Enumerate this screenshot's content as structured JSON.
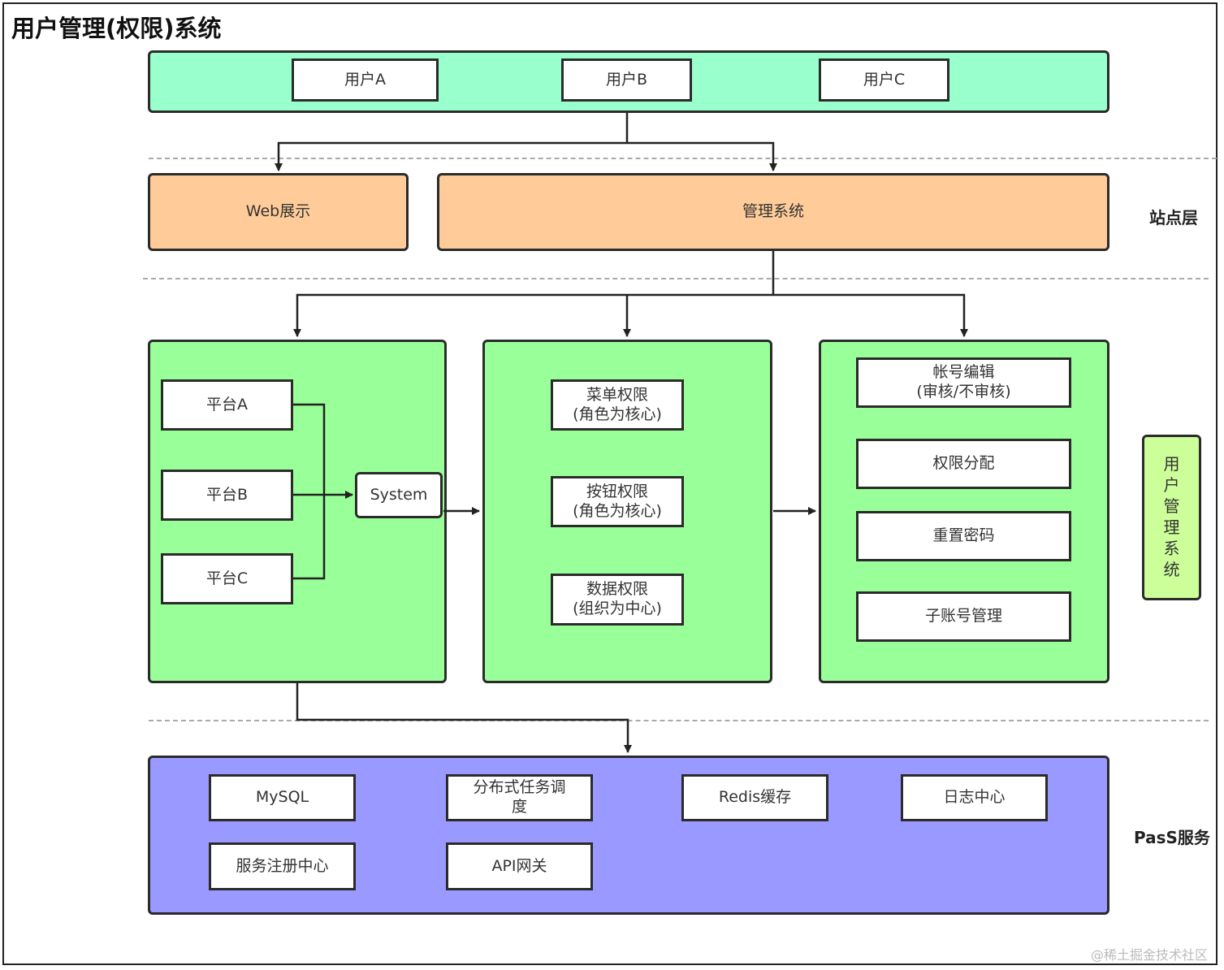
{
  "title": "用户管理(权限)系统",
  "users": [
    "用户A",
    "用户B",
    "用户C"
  ],
  "site": {
    "web": "Web展示",
    "admin": "管理系统",
    "label": "站点层"
  },
  "platforms": [
    "平台A",
    "平台B",
    "平台C"
  ],
  "system": "System",
  "permissions": [
    "菜单权限\n(角色为核心)",
    "按钮权限\n(角色为核心)",
    "数据权限\n(组织为中心)"
  ],
  "accounts": [
    "帐号编辑\n(审核/不审核)",
    "权限分配",
    "重置密码",
    "子账号管理"
  ],
  "user_mgmt_label": [
    "用",
    "户",
    "管",
    "理",
    "系",
    "统"
  ],
  "pass": {
    "items": [
      "MySQL",
      "分布式任务调\n度",
      "Redis缓存",
      "日志中心",
      "服务注册中心",
      "API网关"
    ],
    "label": "PasS服务"
  },
  "watermark": "@稀土掘金技术社区",
  "colors": {
    "users_band": "#99ffcc",
    "site_boxes": "#ffcc99",
    "middle_panels": "#99ff99",
    "pass_band": "#9999ff",
    "user_mgmt_box": "#ccff99"
  }
}
